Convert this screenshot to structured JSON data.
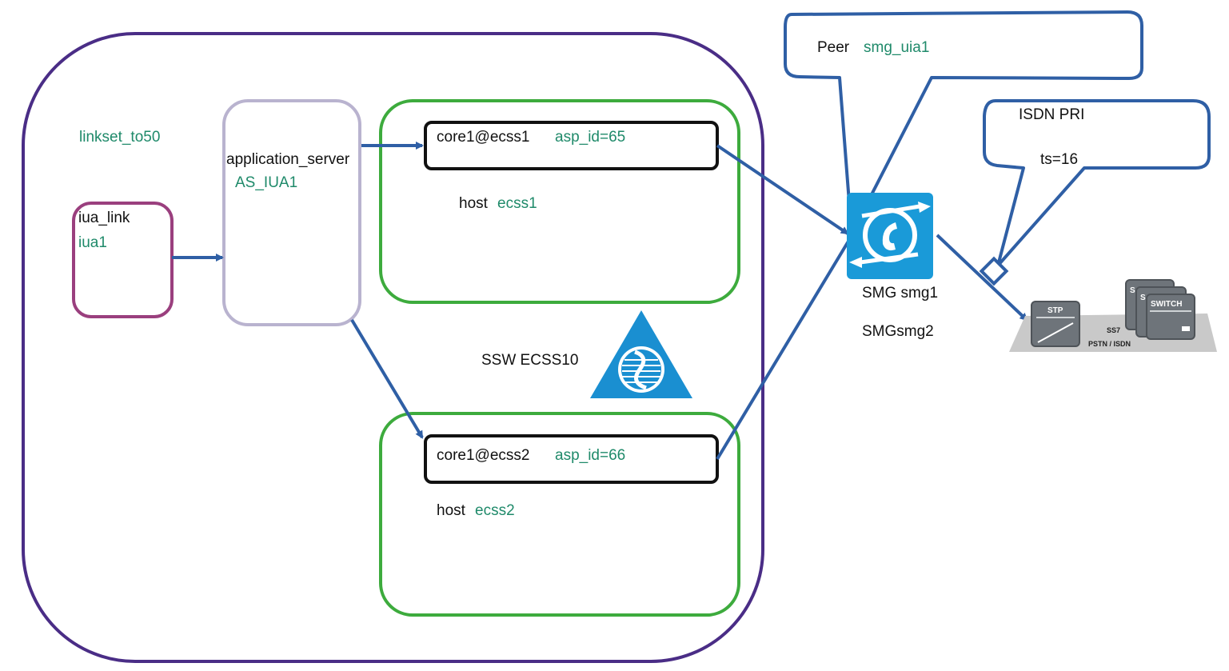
{
  "linkset": {
    "label": "linkset_to50"
  },
  "iua_link": {
    "title": "iua_link",
    "value": "iua1"
  },
  "application_server": {
    "title": "application_server",
    "value": "AS_IUA1"
  },
  "core1": {
    "name": "core1@ecss1",
    "asp": "asp_id=65",
    "host_label": "host",
    "host_value": "ecss1"
  },
  "core2": {
    "name": "core1@ecss2",
    "asp": "asp_id=66",
    "host_label": "host",
    "host_value": "ecss2"
  },
  "ssw": {
    "label": "SSW ECSS10"
  },
  "peer_callout": {
    "label": "Peer",
    "value": "smg_uia1"
  },
  "isdn_callout": {
    "title": "ISDN PRI",
    "value": "ts=16"
  },
  "smg": {
    "line1": "SMG smg1",
    "line2": "SMGsmg2"
  },
  "network": {
    "stp": "STP",
    "s1": "S",
    "s2": "S",
    "switch": "SWITCH",
    "ss7": "SS7",
    "pstn": "PSTN / ISDN"
  },
  "colors": {
    "outer": "#4a2d86",
    "iua": "#9a3f7e",
    "as": "#b9b3cf",
    "host_box": "#3dab3d",
    "core_box": "#111111",
    "arrow": "#2f5fa5",
    "callout": "#2f5fa5",
    "icon_bg": "#1a9ad8",
    "accent_text": "#1f8a6a"
  },
  "icons": {
    "smg": "phone-exchange-icon",
    "ssw": "softswitch-triangle-icon",
    "network": "ss7-network-icon"
  }
}
